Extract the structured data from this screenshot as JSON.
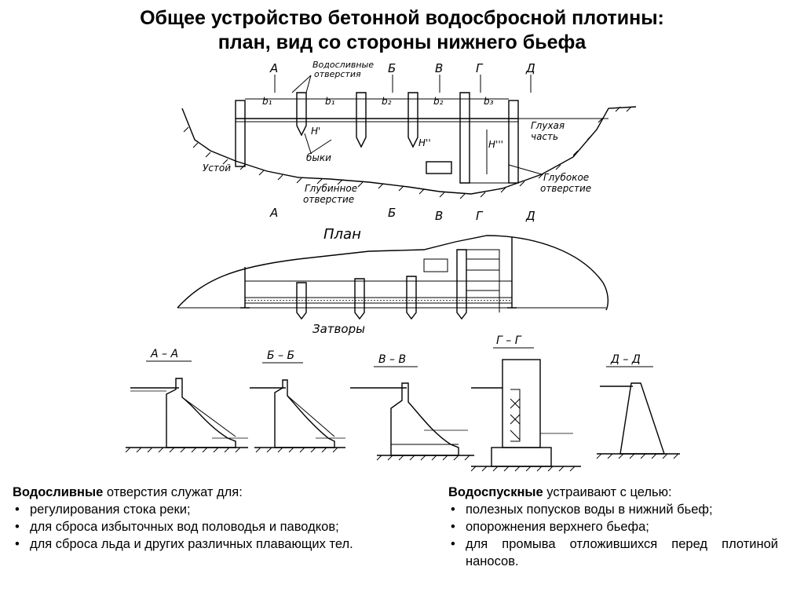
{
  "title": {
    "line1": "Общее устройство бетонной водосбросной плотины:",
    "line2": "план, вид со стороны нижнего бьефа"
  },
  "downstream_view": {
    "sections_top": [
      "А",
      "Б",
      "В",
      "Г",
      "Д"
    ],
    "sections_bottom": [
      "А",
      "Б",
      "В",
      "Г",
      "Д"
    ],
    "spans": [
      "b₁",
      "b₁",
      "b₂",
      "b₂",
      "b₃"
    ],
    "heads": [
      "H'",
      "H''",
      "H'''"
    ],
    "labels": {
      "spillway_openings_1": "Водосливные",
      "spillway_openings_2": "отверстия",
      "piers": "быки",
      "abutment": "Устой",
      "deep_opening_1": "Глубинное",
      "deep_opening_2": "отверстие",
      "blind_part_1": "Глухая",
      "blind_part_2": "часть",
      "deep_opening_right_1": "Глубокое",
      "deep_opening_right_2": "отверстие"
    }
  },
  "plan_view": {
    "title": "План",
    "gates_label": "Затворы"
  },
  "sections": [
    "А – А",
    "Б – Б",
    "В – В",
    "Г – Г",
    "Д – Д"
  ],
  "left_text": {
    "intro_bold": "Водосливные",
    "intro_rest": " отверстия служат для:",
    "items": [
      "регулирования стока реки;",
      "для сброса избыточных вод половодья и паводков;",
      "для сброса льда и других различных плавающих тел."
    ]
  },
  "right_text": {
    "intro_bold": "Водоспускные",
    "intro_rest": " устраивают с целью:",
    "items": [
      "полезных попусков воды в нижний бьеф;",
      "опорожнения верхнего бьефа;",
      "для промыва отложившихся перед плотиной наносов."
    ]
  }
}
